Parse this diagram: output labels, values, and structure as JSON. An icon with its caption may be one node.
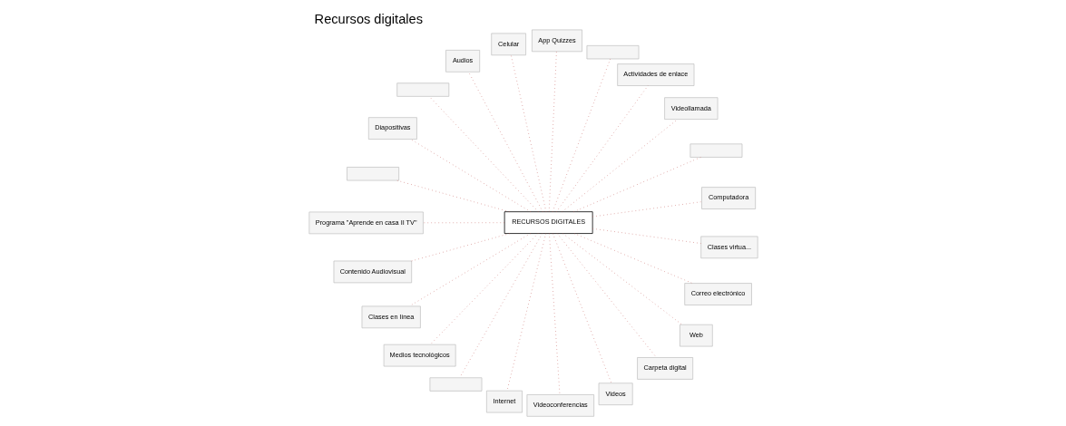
{
  "diagram": {
    "title": "Recursos digitales",
    "nodes": [
      {
        "text": [
          "RECURSOS DIGITALES"
        ]
      },
      {
        "text": [
          "Computadora"
        ]
      },
      {
        "text": [],
        "shape": "box"
      },
      {
        "text": [
          "Videollamada"
        ]
      },
      {
        "text": [
          "Actividades de enlace"
        ]
      },
      {
        "text": [],
        "shape": "box"
      },
      {
        "text": [
          "App Quizzes"
        ]
      },
      {
        "text": [
          "Celular"
        ]
      },
      {
        "text": [
          "Audios"
        ]
      },
      {
        "text": [],
        "shape": "box"
      },
      {
        "text": [
          "Diapositivas"
        ]
      },
      {
        "text": [],
        "shape": "box"
      },
      {
        "text": [
          "Programa \"Aprende en casa II TV\""
        ]
      },
      {
        "text": [
          "Contenido Audiovisual"
        ]
      },
      {
        "text": [
          "Clases en línea"
        ]
      },
      {
        "text": [
          "Medios tecnológicos"
        ]
      },
      {
        "text": [],
        "shape": "box"
      },
      {
        "text": [
          "Internet"
        ]
      },
      {
        "text": [
          "Videoconferencias"
        ]
      },
      {
        "text": [
          "Videos"
        ]
      },
      {
        "text": [
          "Carpeta digital"
        ]
      },
      {
        "text": [
          "Web"
        ]
      },
      {
        "text": [
          "Correo electrónico"
        ]
      },
      {
        "text": [
          "Clases virtua..."
        ]
      }
    ],
    "edges": [
      {
        "from": 0,
        "to": 1,
        "arrow": "none"
      },
      {
        "from": 0,
        "to": 2,
        "arrow": "none"
      },
      {
        "from": 0,
        "to": 3,
        "arrow": "none"
      },
      {
        "from": 0,
        "to": 4,
        "arrow": "none"
      },
      {
        "from": 0,
        "to": 5,
        "arrow": "none"
      },
      {
        "from": 0,
        "to": 6,
        "arrow": "none"
      },
      {
        "from": 0,
        "to": 7,
        "arrow": "none"
      },
      {
        "from": 0,
        "to": 8,
        "arrow": "none"
      },
      {
        "from": 0,
        "to": 9,
        "arrow": "none"
      },
      {
        "from": 0,
        "to": 10,
        "arrow": "none"
      },
      {
        "from": 0,
        "to": 11,
        "arrow": "none"
      },
      {
        "from": 0,
        "to": 12,
        "arrow": "none"
      },
      {
        "from": 0,
        "to": 13,
        "arrow": "none"
      },
      {
        "from": 0,
        "to": 14,
        "arrow": "none"
      },
      {
        "from": 0,
        "to": 15,
        "arrow": "none"
      },
      {
        "from": 0,
        "to": 16,
        "arrow": "none"
      },
      {
        "from": 0,
        "to": 17,
        "arrow": "none"
      },
      {
        "from": 0,
        "to": 18,
        "arrow": "none"
      },
      {
        "from": 0,
        "to": 19,
        "arrow": "none"
      },
      {
        "from": 0,
        "to": 20,
        "arrow": "none"
      },
      {
        "from": 0,
        "to": 21,
        "arrow": "none"
      },
      {
        "from": 0,
        "to": 22,
        "arrow": "none"
      },
      {
        "from": 0,
        "to": 23,
        "arrow": "none"
      }
    ]
  }
}
